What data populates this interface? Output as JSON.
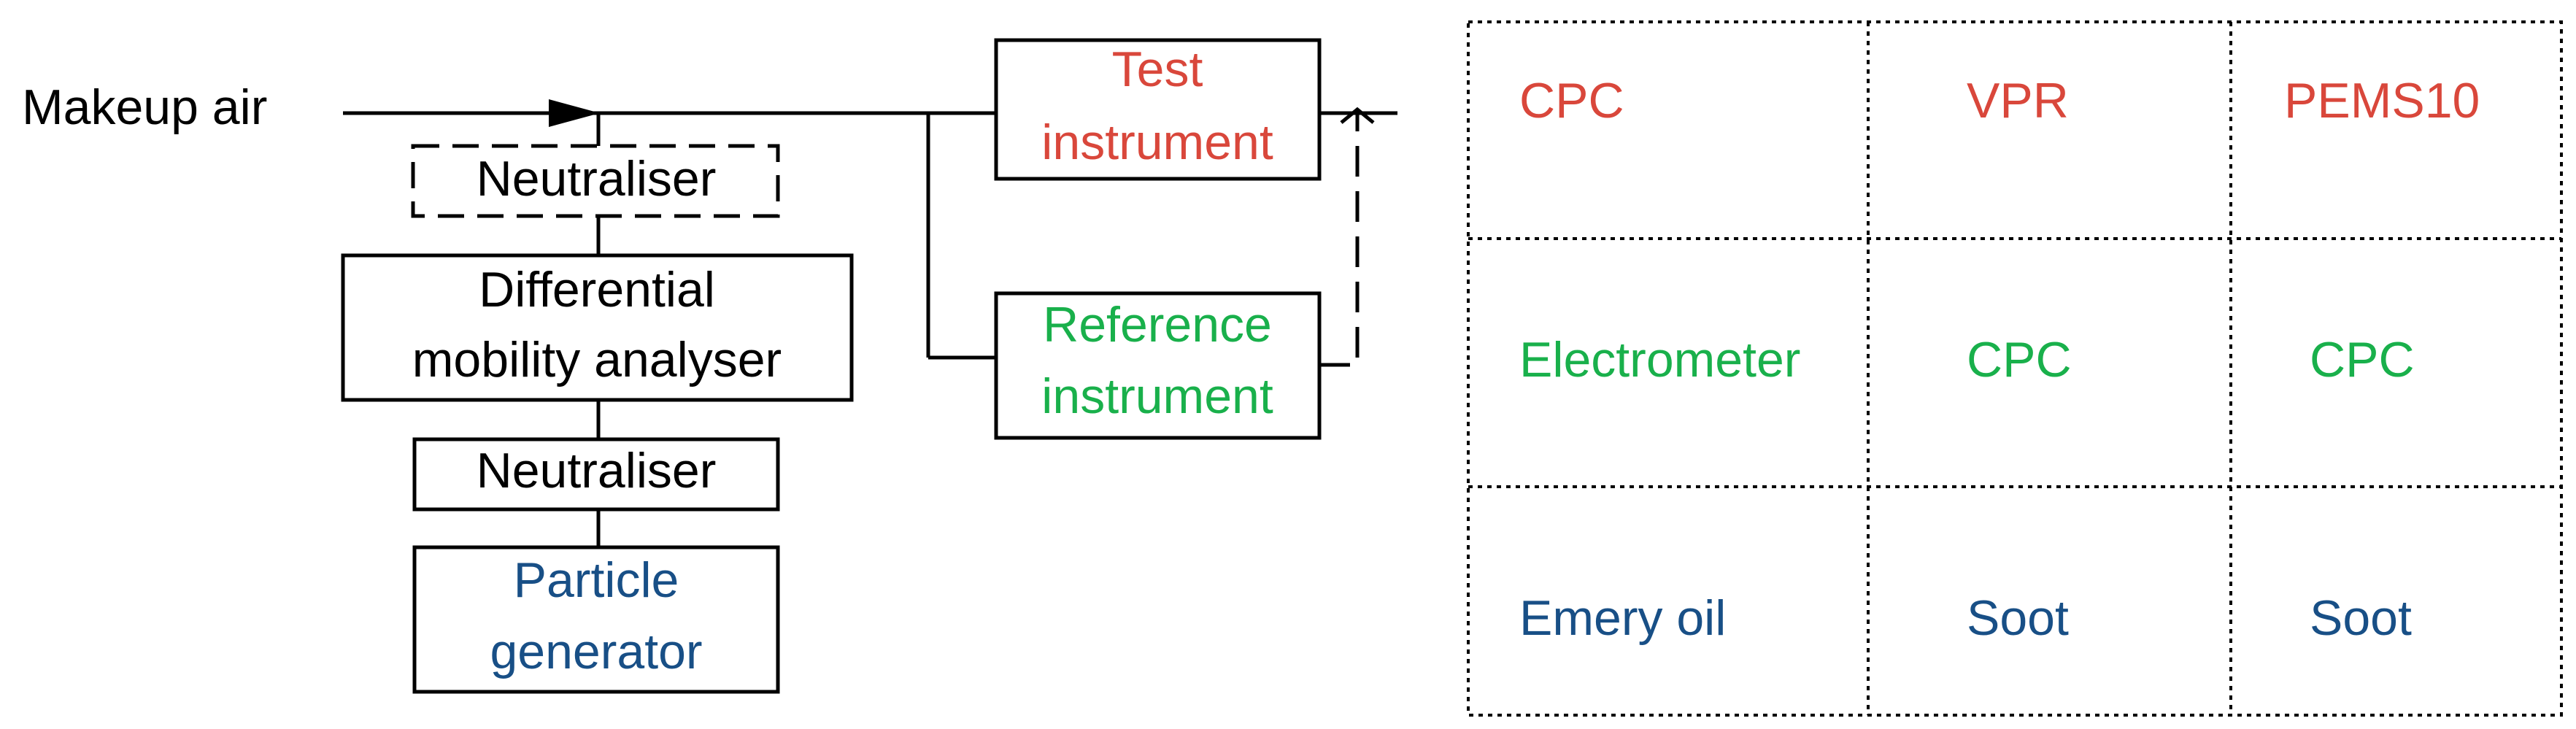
{
  "colors": {
    "black": "#000000",
    "test": "#d9473b",
    "reference": "#19b04b",
    "source": "#184f86"
  },
  "diagram": {
    "makeup_air": "Makeup air",
    "neutraliser_top": "Neutraliser",
    "dma_line1": "Differential",
    "dma_line2": "mobility analyser",
    "neutraliser_bottom": "Neutraliser",
    "generator_line1": "Particle",
    "generator_line2": "generator",
    "test_line1": "Test",
    "test_line2": "instrument",
    "reference_line1": "Reference",
    "reference_line2": "instrument"
  },
  "table": {
    "rows": [
      [
        "CPC",
        "VPR",
        "PEMS10"
      ],
      [
        "Electrometer",
        "CPC",
        "CPC"
      ],
      [
        "Emery oil",
        "Soot",
        "Soot"
      ]
    ]
  }
}
